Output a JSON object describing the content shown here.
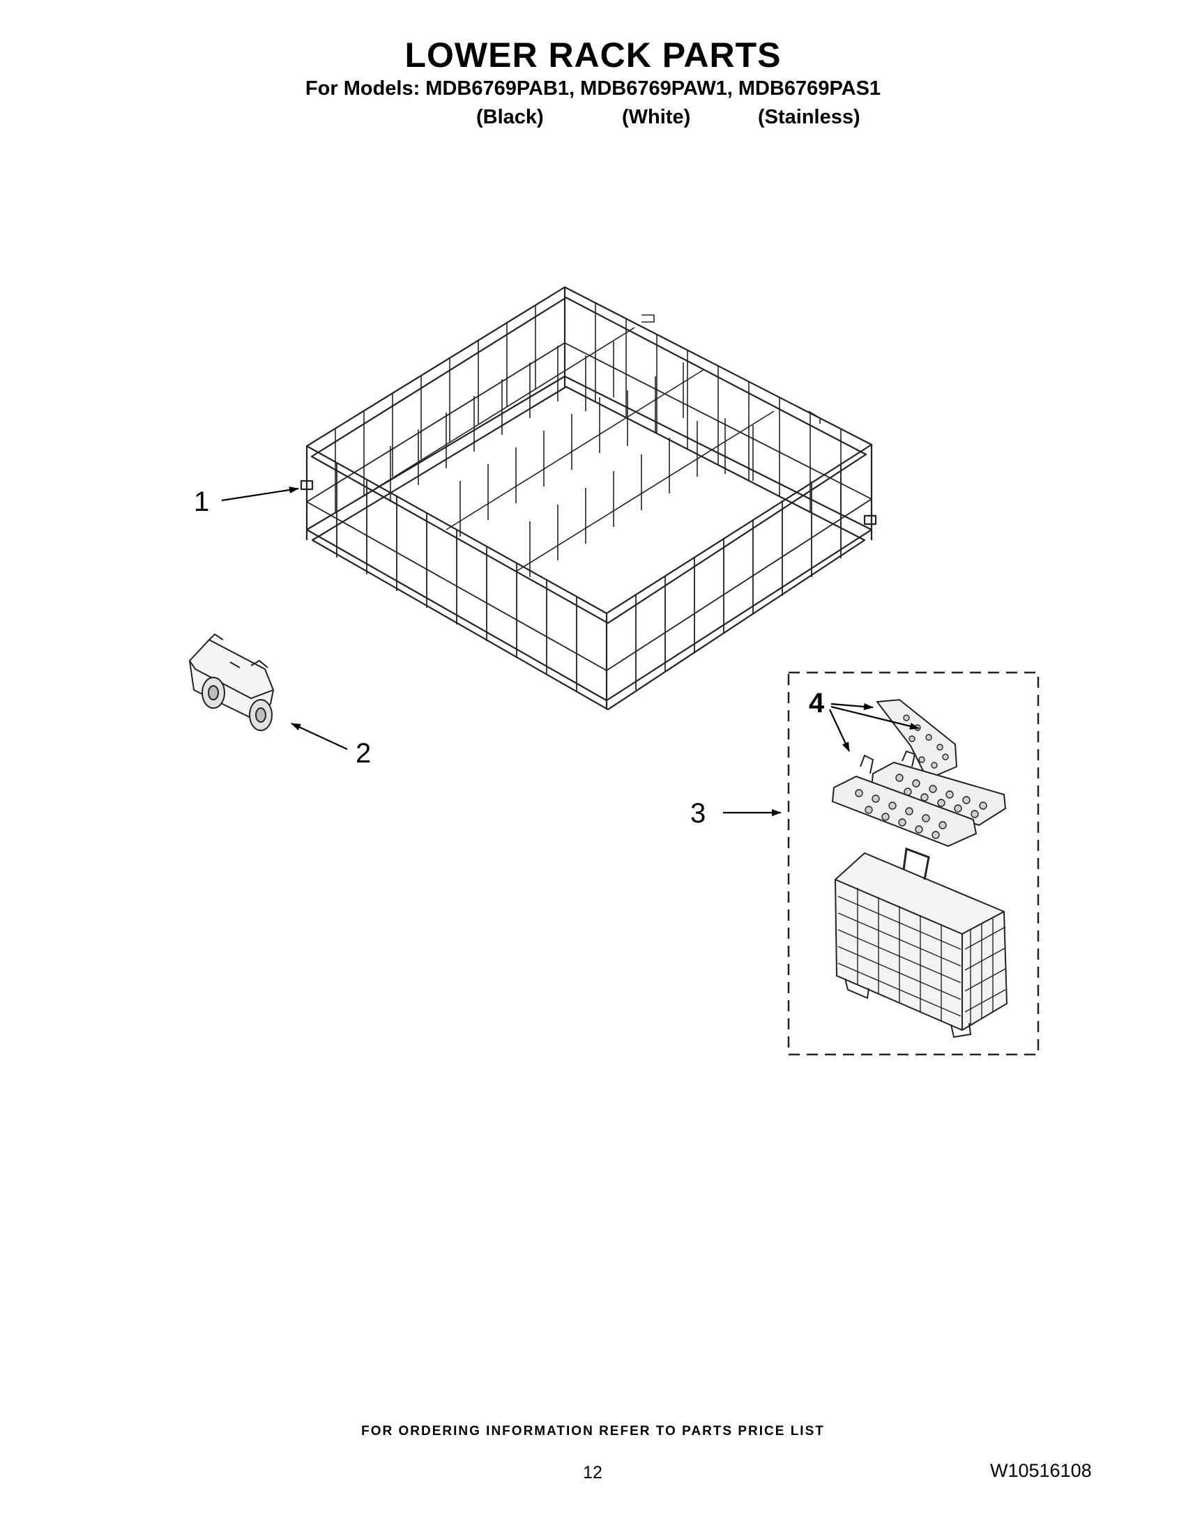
{
  "header": {
    "title": "LOWER RACK PARTS",
    "models_line": "For Models: MDB6769PAB1, MDB6769PAW1, MDB6769PAS1",
    "variants": [
      "(Black)",
      "(White)",
      "(Stainless)"
    ]
  },
  "callouts": {
    "rack": "1",
    "wheel": "2",
    "silverware_basket": "3",
    "basket_covers": "4"
  },
  "footer": {
    "ordering_note": "FOR ORDERING INFORMATION REFER TO PARTS PRICE LIST",
    "page_number": "12",
    "document_id": "W10516108"
  }
}
